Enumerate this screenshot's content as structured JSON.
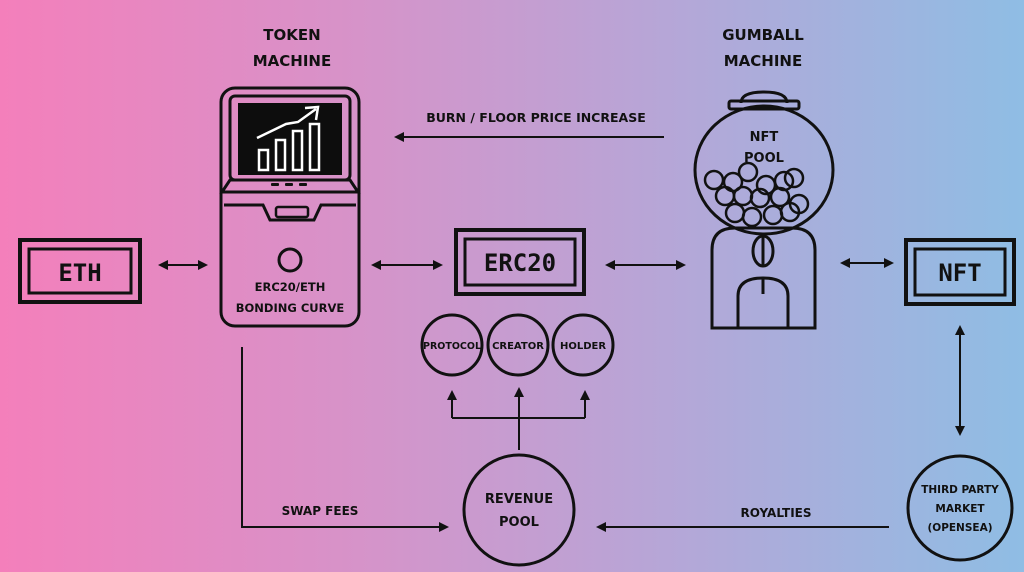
{
  "token_machine": {
    "title_line1": "TOKEN",
    "title_line2": "MACHINE",
    "caption_line1": "ERC20/ETH",
    "caption_line2": "BONDING CURVE"
  },
  "gumball_machine": {
    "title_line1": "GUMBALL",
    "title_line2": "MACHINE",
    "pool_line1": "NFT",
    "pool_line2": "POOL"
  },
  "eth_box": "ETH",
  "erc20_box": "ERC20",
  "nft_box": "NFT",
  "burn_label": "BURN / FLOOR PRICE INCREASE",
  "recipients": [
    "PROTOCOL",
    "CREATOR",
    "HOLDER"
  ],
  "revenue_pool": {
    "line1": "REVENUE",
    "line2": "POOL"
  },
  "swap_fees_label": "SWAP FEES",
  "royalties_label": "ROYALTIES",
  "third_party": {
    "line1": "THIRD PARTY",
    "line2": "MARKET",
    "line3": "(OPENSEA)"
  },
  "colors": {
    "gradient_left": "#f47fbb",
    "gradient_right": "#8fbde4",
    "ink": "#111111",
    "screen": "#0d0d0d"
  },
  "icons": [
    "chart-growth-icon",
    "gumball-icon",
    "coin-slot-icon"
  ]
}
